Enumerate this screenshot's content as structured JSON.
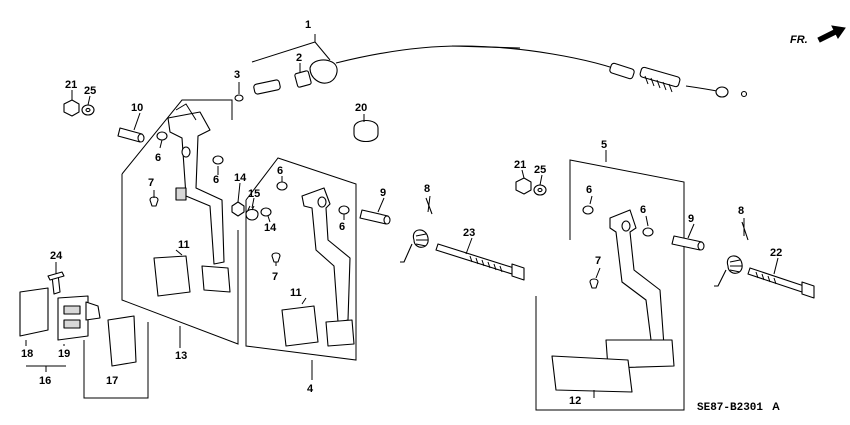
{
  "diagram": {
    "direction_label": "FR.",
    "diagram_code": "SE87-B2301",
    "diagram_revision": "A",
    "callouts": {
      "n1": "1",
      "n2": "2",
      "n3": "3",
      "n4": "4",
      "n5": "5",
      "n6a": "6",
      "n6b": "6",
      "n6c": "6",
      "n6d": "6",
      "n6e": "6",
      "n6f": "6",
      "n7a": "7",
      "n7b": "7",
      "n7c": "7",
      "n8a": "8",
      "n8b": "8",
      "n9a": "9",
      "n9b": "9",
      "n10": "10",
      "n11a": "11",
      "n11b": "11",
      "n12": "12",
      "n13": "13",
      "n14a": "14",
      "n14b": "14",
      "n15": "15",
      "n16": "16",
      "n17": "17",
      "n18": "18",
      "n19": "19",
      "n20": "20",
      "n21a": "21",
      "n21b": "21",
      "n22": "22",
      "n23": "23",
      "n24": "24",
      "n25a": "25",
      "n25b": "25"
    }
  },
  "colors": {
    "line": "#000000",
    "background": "#ffffff"
  }
}
